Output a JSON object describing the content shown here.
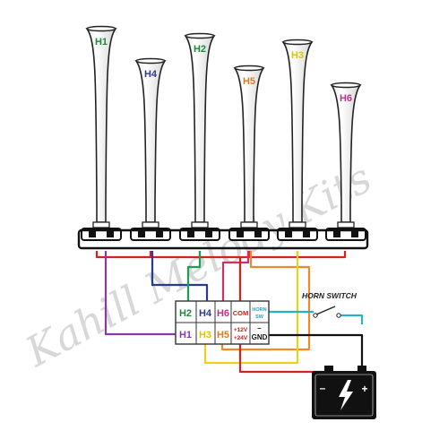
{
  "horns": [
    {
      "label": "H1",
      "color": "#1a8a3a"
    },
    {
      "label": "H4",
      "color": "#2a3a8f"
    },
    {
      "label": "H2",
      "color": "#1a8a3a"
    },
    {
      "label": "H5",
      "color": "#e07a1a"
    },
    {
      "label": "H3",
      "color": "#e0c400"
    },
    {
      "label": "H6",
      "color": "#c0308a"
    }
  ],
  "terminals": {
    "top": [
      {
        "text": "H2",
        "color": "#1a8a3a"
      },
      {
        "text": "H4",
        "color": "#2a3a8f"
      },
      {
        "text": "H6",
        "color": "#c0308a"
      },
      {
        "text": "COM",
        "color": "#d01818"
      },
      {
        "text": "HORN",
        "text2": "SW",
        "color": "#2aa0c8"
      }
    ],
    "bottom": [
      {
        "text": "H1",
        "color": "#8a3aa8"
      },
      {
        "text": "H3",
        "color": "#e0c400"
      },
      {
        "text": "H5",
        "color": "#e07a1a"
      },
      {
        "text": "+12V",
        "text2": "+24V",
        "color": "#d01818"
      },
      {
        "text": "–",
        "text2": "GND",
        "color": "#111111"
      }
    ]
  },
  "switch_label": "HORN SWITCH",
  "battery": {
    "icon": "battery-icon",
    "symbols": [
      "–",
      "+"
    ]
  },
  "watermark": "Kahill Melody Kits",
  "wire_colors": {
    "red": "#d8201c",
    "purple": "#8a3aa8",
    "navy": "#2a3a8f",
    "green": "#1aa050",
    "orange": "#ee8a2a",
    "pink": "#d0306a",
    "yellow": "#eed21a",
    "cyan": "#2ab0cc",
    "black": "#111111"
  }
}
